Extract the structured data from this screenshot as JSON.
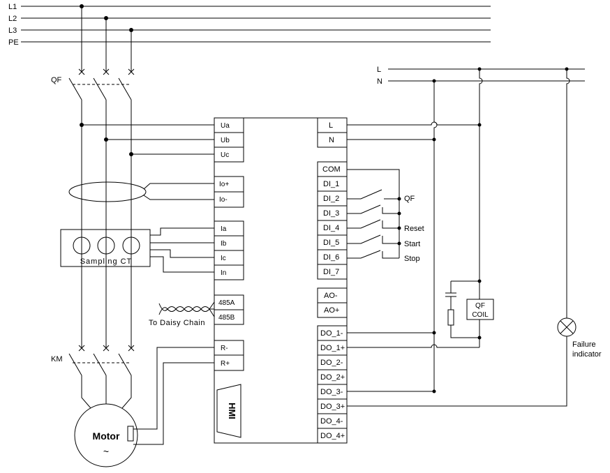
{
  "bus": {
    "l1": "L1",
    "l2": "L2",
    "l3": "L3",
    "pe": "PE"
  },
  "supply": {
    "l": "L",
    "n": "N"
  },
  "breaker": {
    "qf": "QF",
    "km": "KM"
  },
  "ct": {
    "label": "Sampling CT"
  },
  "daisy": {
    "label": "To Daisy Chain"
  },
  "motor": {
    "label": "Motor",
    "symbol": "~"
  },
  "hmi": {
    "label": "HMI"
  },
  "left_terminals": {
    "ua": "Ua",
    "ub": "Ub",
    "uc": "Uc",
    "io_plus": "Io+",
    "io_minus": "Io-",
    "ia": "Ia",
    "ib": "Ib",
    "ic": "Ic",
    "in": "In",
    "rs485a": "485A",
    "rs485b": "485B",
    "r_minus": "R-",
    "r_plus": "R+"
  },
  "right_terminals": {
    "l": "L",
    "n": "N",
    "com": "COM",
    "di1": "DI_1",
    "di2": "DI_2",
    "di3": "DI_3",
    "di4": "DI_4",
    "di5": "DI_5",
    "di6": "DI_6",
    "di7": "DI_7",
    "ao_minus": "AO-",
    "ao_plus": "AO+",
    "do1m": "DO_1-",
    "do1p": "DO_1+",
    "do2m": "DO_2-",
    "do2p": "DO_2+",
    "do3m": "DO_3-",
    "do3p": "DO_3+",
    "do4m": "DO_4-",
    "do4p": "DO_4+"
  },
  "inputs": {
    "qf": "QF",
    "reset": "Reset",
    "start": "Start",
    "stop": "Stop"
  },
  "coil": {
    "line1": "QF",
    "line2": "COIL"
  },
  "lamp": {
    "line1": "Failure",
    "line2": "indicator"
  }
}
